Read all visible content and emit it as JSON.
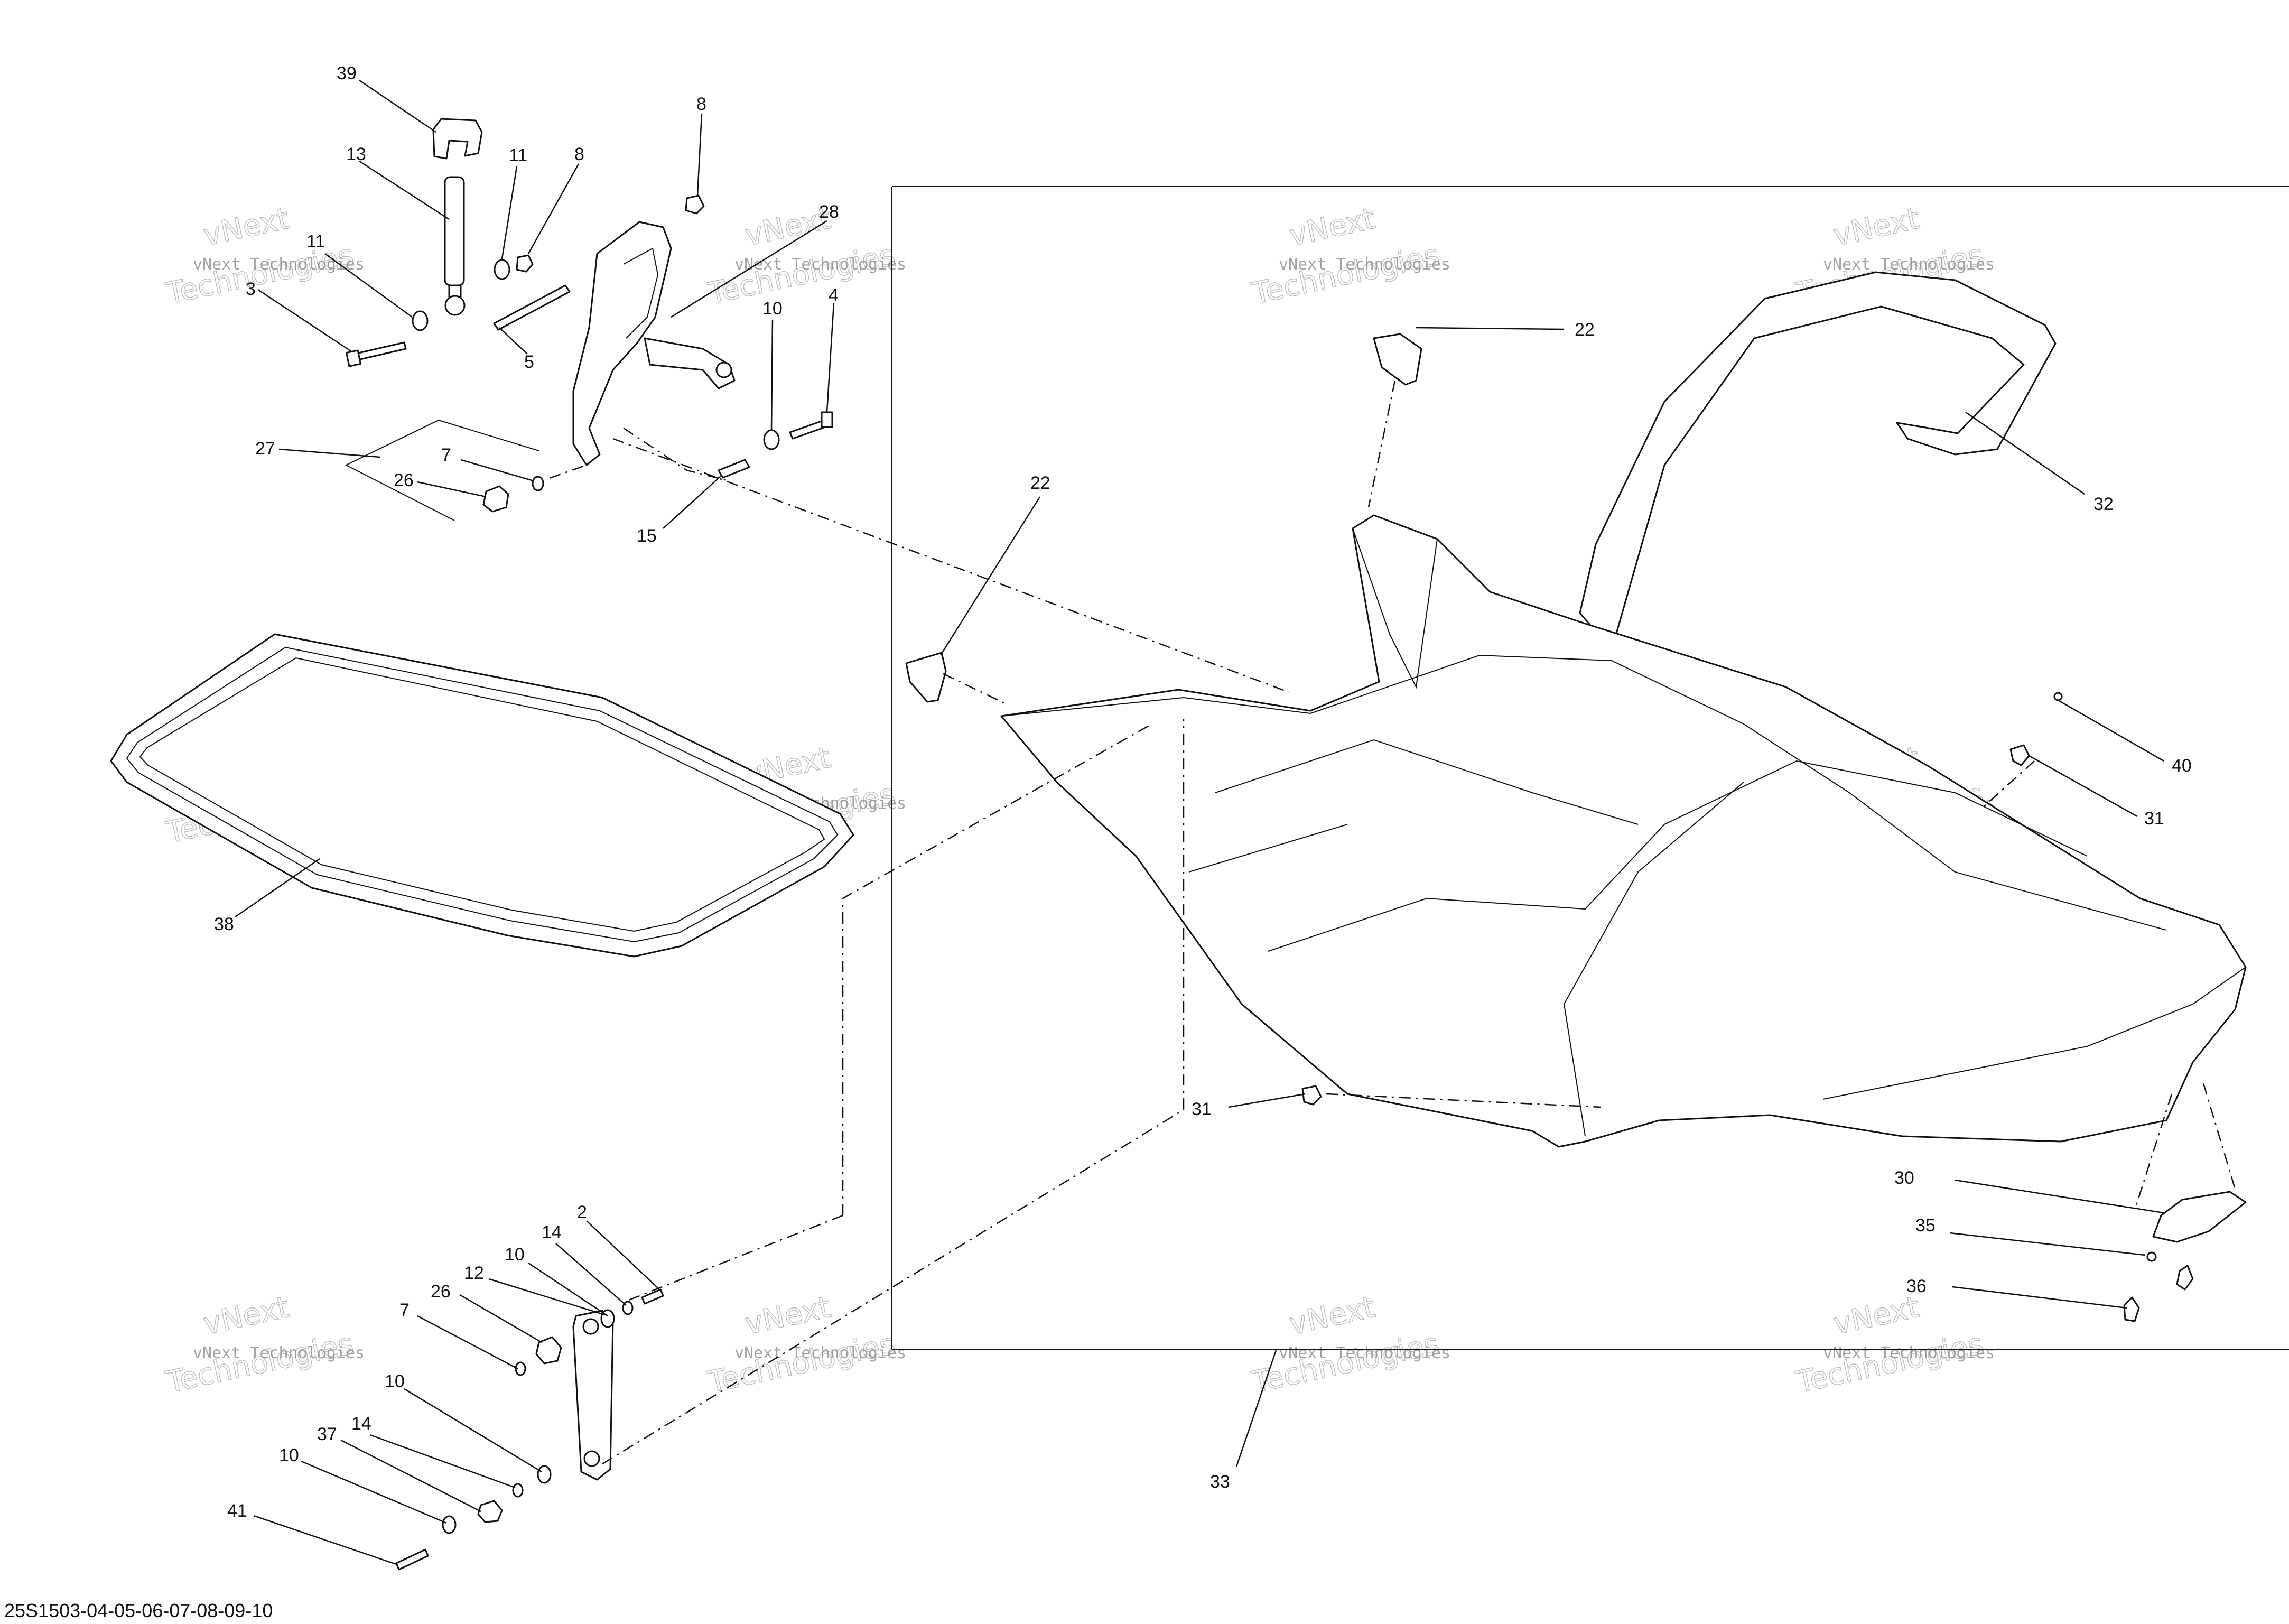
{
  "diagram": {
    "reference_code": "25S1503-04-05-06-07-08-09-10",
    "watermark": {
      "line1": "vNext Technologies",
      "line2": "vNext",
      "line3": "Technologies"
    },
    "callouts": [
      {
        "id": "c39",
        "label": "39"
      },
      {
        "id": "c13",
        "label": "13"
      },
      {
        "id": "c11a",
        "label": "11"
      },
      {
        "id": "c8a",
        "label": "8"
      },
      {
        "id": "c8b",
        "label": "8"
      },
      {
        "id": "c11b",
        "label": "11"
      },
      {
        "id": "c3",
        "label": "3"
      },
      {
        "id": "c5",
        "label": "5"
      },
      {
        "id": "c28",
        "label": "28"
      },
      {
        "id": "c10a",
        "label": "10"
      },
      {
        "id": "c4",
        "label": "4"
      },
      {
        "id": "c27",
        "label": "27"
      },
      {
        "id": "c7a",
        "label": "7"
      },
      {
        "id": "c26a",
        "label": "26"
      },
      {
        "id": "c15",
        "label": "15"
      },
      {
        "id": "c22a",
        "label": "22"
      },
      {
        "id": "c22b",
        "label": "22"
      },
      {
        "id": "c32",
        "label": "32"
      },
      {
        "id": "c38",
        "label": "38"
      },
      {
        "id": "c40",
        "label": "40"
      },
      {
        "id": "c31a",
        "label": "31"
      },
      {
        "id": "c31b",
        "label": "31"
      },
      {
        "id": "c30",
        "label": "30"
      },
      {
        "id": "c35",
        "label": "35"
      },
      {
        "id": "c36",
        "label": "36"
      },
      {
        "id": "c33",
        "label": "33"
      },
      {
        "id": "c2",
        "label": "2"
      },
      {
        "id": "c14a",
        "label": "14"
      },
      {
        "id": "c12",
        "label": "12"
      },
      {
        "id": "c10b",
        "label": "10"
      },
      {
        "id": "c26b",
        "label": "26"
      },
      {
        "id": "c7b",
        "label": "7"
      },
      {
        "id": "c10c",
        "label": "10"
      },
      {
        "id": "c37",
        "label": "37"
      },
      {
        "id": "c14b",
        "label": "14"
      },
      {
        "id": "c10d",
        "label": "10"
      },
      {
        "id": "c41",
        "label": "41"
      }
    ]
  }
}
